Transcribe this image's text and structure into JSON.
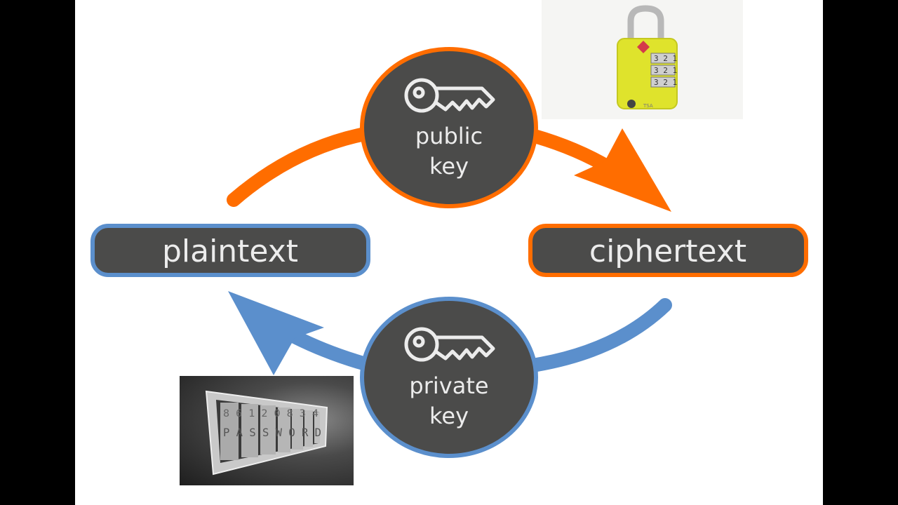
{
  "diagram": {
    "title": "Public-key encryption cycle",
    "nodes": {
      "plaintext": {
        "label": "plaintext"
      },
      "ciphertext": {
        "label": "ciphertext"
      },
      "public_key": {
        "line1": "public",
        "line2": "key",
        "icon": "key-icon"
      },
      "private_key": {
        "line1": "private",
        "line2": "key",
        "icon": "key-icon"
      }
    },
    "edges": [
      {
        "from": "plaintext",
        "to": "ciphertext",
        "via": "public_key",
        "color": "#ff6d00"
      },
      {
        "from": "ciphertext",
        "to": "plaintext",
        "via": "private_key",
        "color": "#5b8fcc"
      }
    ],
    "images": {
      "padlock": {
        "description": "yellow combination padlock",
        "dials": [
          "3 2 1",
          "3 2 1",
          "3 2 1"
        ],
        "badge": "TSA"
      },
      "password_dial": {
        "description": "combination dial spelling password",
        "top_row": "8 6 1 2 0 8 3 4",
        "middle_row": "P A S S W O R D"
      }
    }
  },
  "colors": {
    "orange": "#ff6d00",
    "blue": "#5b8fcc",
    "node_fill": "#4b4b4a",
    "node_text": "#ececec"
  }
}
